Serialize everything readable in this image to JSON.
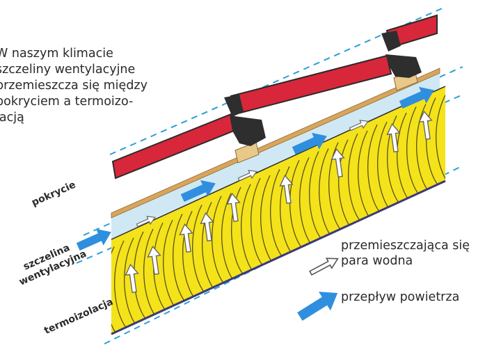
{
  "intro_lines": [
    "W naszym klimacie",
    "szczeliny wentylacyjne",
    "przemieszcza się między",
    "pokryciem a termoizo-",
    "lacją"
  ],
  "labels": {
    "roofing": "pokrycie",
    "gap_line1": "szczelina",
    "gap_line2": "wentylacyjna",
    "insulation": "termoizolacja"
  },
  "legend": {
    "vapor_line1": "przemieszczająca się",
    "vapor_line2": "para wodna",
    "airflow": "przepływ powietrza"
  },
  "colors": {
    "tile_red": "#d8273a",
    "tile_dark": "#2e2e2e",
    "batten": "#e8c98a",
    "gap_fill": "#cfe8f4",
    "insulation": "#f4e21b",
    "membrane": "#d9a55a",
    "dashed_line": "#2b9fd6",
    "air_arrow": "#2f8fde"
  },
  "icons": [
    "vapor-arrow-icon",
    "airflow-arrow-icon"
  ]
}
